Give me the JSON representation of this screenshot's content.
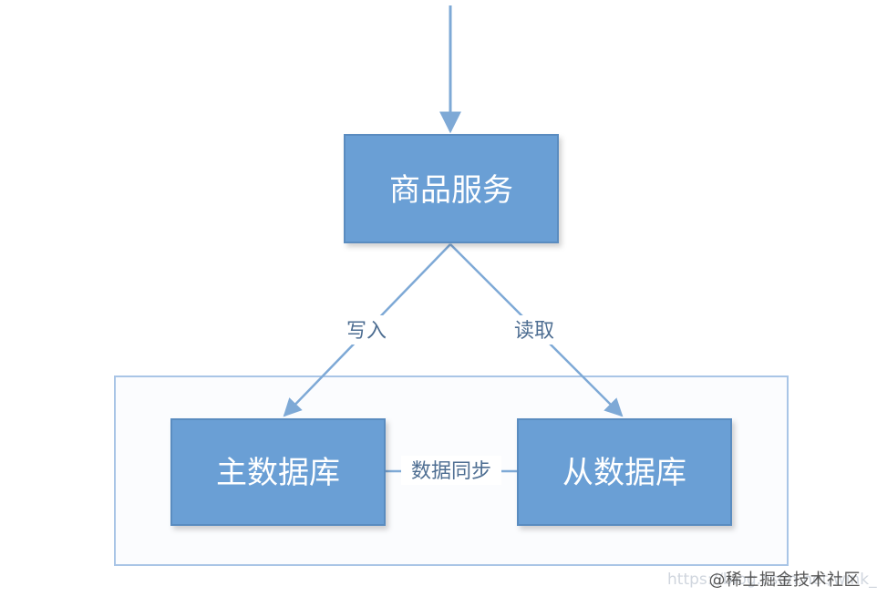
{
  "nodes": {
    "product_service": "商品服务",
    "master_db": "主数据库",
    "slave_db": "从数据库"
  },
  "edges": {
    "write": "写入",
    "read": "读取",
    "sync": "数据同步"
  },
  "watermark": {
    "brand": "@稀土掘金技术社区",
    "url": "https://blog.csdn.net/wink_pure"
  },
  "colors": {
    "node_fill": "#6a9fd5",
    "node_border": "#5a8cc0",
    "edge": "#7ea9d6",
    "group_border": "#a9c5e6"
  }
}
